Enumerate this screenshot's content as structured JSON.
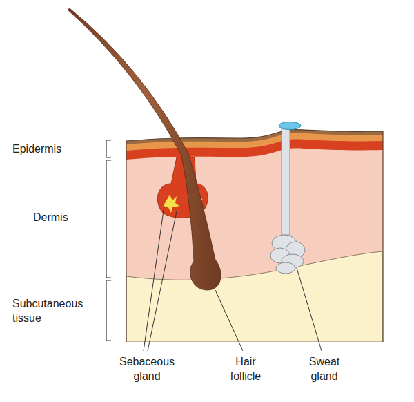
{
  "diagram": {
    "labels": [
      "Epidermis",
      "Dermis",
      "Subcutaneous tissue",
      "Sebaceous gland",
      "Hair follicle",
      "Sweat gland"
    ]
  }
}
